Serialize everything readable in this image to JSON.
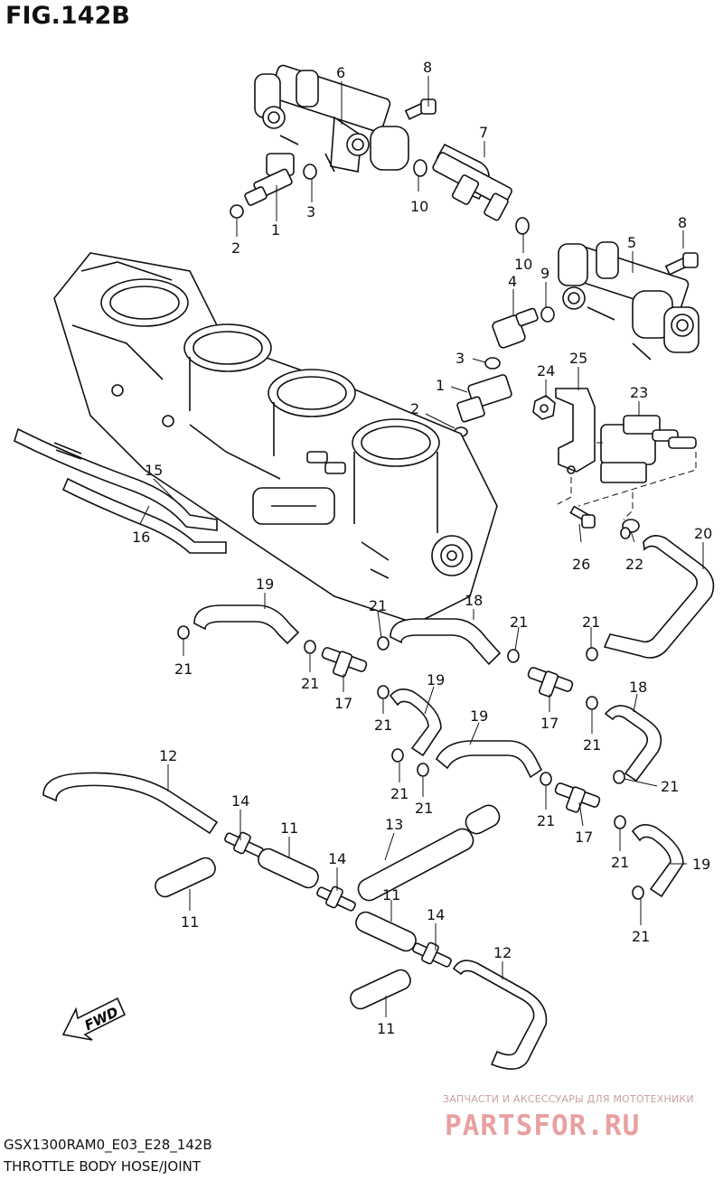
{
  "figure": {
    "title": "FIG.142B",
    "model_code": "GSX1300RAM0_E03_E28_142B",
    "description": "THROTTLE BODY HOSE/JOINT"
  },
  "watermark": {
    "text": "ЗАПЧАСТИ И АКСЕССУАРЫ ДЛЯ МОТОТЕХНИКИ",
    "logo": "PARTSFOR.RU",
    "color": "#e8a0a0"
  },
  "direction": {
    "label": "FWD",
    "icon": "fwd-arrow-icon"
  },
  "callouts": [
    {
      "id": "c6",
      "label": "6"
    },
    {
      "id": "c8a",
      "label": "8"
    },
    {
      "id": "c7",
      "label": "7"
    },
    {
      "id": "c1a",
      "label": "1"
    },
    {
      "id": "c3a",
      "label": "3"
    },
    {
      "id": "c10a",
      "label": "10"
    },
    {
      "id": "c2a",
      "label": "2"
    },
    {
      "id": "c10b",
      "label": "10"
    },
    {
      "id": "c8b",
      "label": "8"
    },
    {
      "id": "c5",
      "label": "5"
    },
    {
      "id": "c9",
      "label": "9"
    },
    {
      "id": "c4",
      "label": "4"
    },
    {
      "id": "c3b",
      "label": "3"
    },
    {
      "id": "c1b",
      "label": "1"
    },
    {
      "id": "c2b",
      "label": "2"
    },
    {
      "id": "c24",
      "label": "24"
    },
    {
      "id": "c25",
      "label": "25"
    },
    {
      "id": "c23",
      "label": "23"
    },
    {
      "id": "c15",
      "label": "15"
    },
    {
      "id": "c16",
      "label": "16"
    },
    {
      "id": "c26",
      "label": "26"
    },
    {
      "id": "c22",
      "label": "22"
    },
    {
      "id": "c20",
      "label": "20"
    },
    {
      "id": "c19a",
      "label": "19"
    },
    {
      "id": "c21a",
      "label": "21"
    },
    {
      "id": "c18a",
      "label": "18"
    },
    {
      "id": "c21b",
      "label": "21"
    },
    {
      "id": "c21c",
      "label": "21"
    },
    {
      "id": "c21d",
      "label": "21"
    },
    {
      "id": "c21e",
      "label": "21"
    },
    {
      "id": "c17a",
      "label": "17"
    },
    {
      "id": "c19b",
      "label": "19"
    },
    {
      "id": "c21f",
      "label": "21"
    },
    {
      "id": "c17b",
      "label": "17"
    },
    {
      "id": "c18b",
      "label": "18"
    },
    {
      "id": "c21g",
      "label": "21"
    },
    {
      "id": "c19c",
      "label": "19"
    },
    {
      "id": "c21h",
      "label": "21"
    },
    {
      "id": "c21i",
      "label": "21"
    },
    {
      "id": "c12a",
      "label": "12"
    },
    {
      "id": "c21j",
      "label": "21"
    },
    {
      "id": "c21k",
      "label": "21"
    },
    {
      "id": "c17c",
      "label": "17"
    },
    {
      "id": "c21l",
      "label": "21"
    },
    {
      "id": "c19d",
      "label": "19"
    },
    {
      "id": "c21m",
      "label": "21"
    },
    {
      "id": "c14a",
      "label": "14"
    },
    {
      "id": "c11a",
      "label": "11"
    },
    {
      "id": "c13",
      "label": "13"
    },
    {
      "id": "c14b",
      "label": "14"
    },
    {
      "id": "c11b",
      "label": "11"
    },
    {
      "id": "c11c",
      "label": "11"
    },
    {
      "id": "c14c",
      "label": "14"
    },
    {
      "id": "c12b",
      "label": "12"
    },
    {
      "id": "c11d",
      "label": "11"
    }
  ]
}
